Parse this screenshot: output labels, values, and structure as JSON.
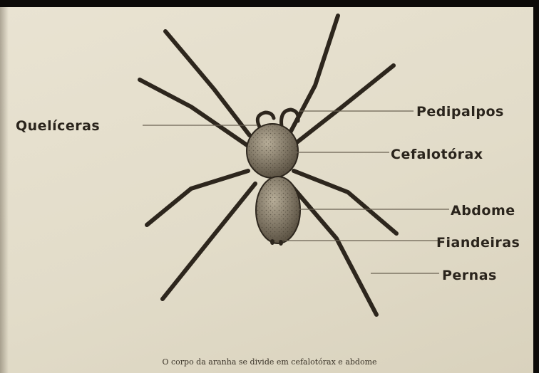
{
  "labels": {
    "queliceras": "Quelíceras",
    "pedipalpos": "Pedipalpos",
    "cefalotorax": "Cefalotórax",
    "abdome": "Abdome",
    "fiandeiras": "Fiandeiras",
    "pernas": "Pernas"
  },
  "caption": "O corpo da aranha se divide em cefalotórax e abdome",
  "colors": {
    "paper": "#e4dec9",
    "ink": "#2a241c",
    "leader_line": "#6a6152",
    "background": "#0c0a08"
  }
}
